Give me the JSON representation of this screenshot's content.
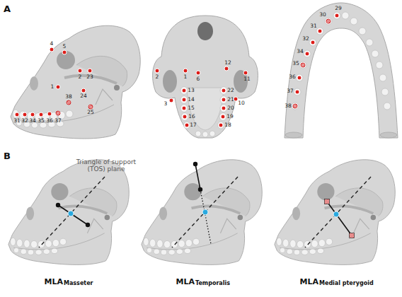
{
  "diagram": {
    "labels": [
      "A",
      "4",
      "5",
      "2",
      "23",
      "1",
      "24",
      "38",
      "25",
      "31",
      "32",
      "34",
      "35",
      "36",
      "37",
      "2",
      "1",
      "6",
      "12",
      "11",
      "3",
      "10",
      "13",
      "14",
      "15",
      "16",
      "17",
      "22",
      "21",
      "20",
      "19",
      "18",
      "29",
      "30",
      "31",
      "32",
      "34",
      "35",
      "36",
      "37",
      "38",
      "B",
      "Triangle of support (TOS) plane",
      "MLA",
      "Masseter",
      "MLA",
      "Temporalis",
      "MLA",
      "Medial pterygoid"
    ]
  }
}
